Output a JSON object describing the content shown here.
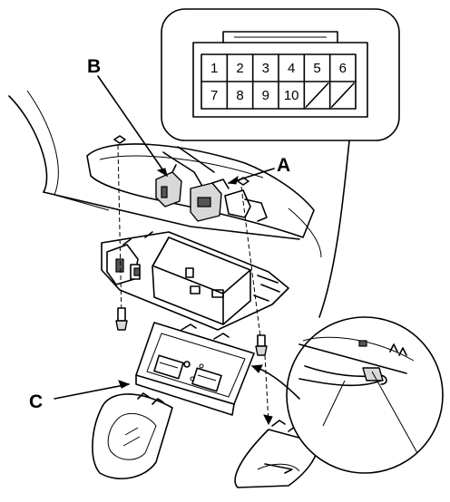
{
  "callouts": {
    "a": "A",
    "b": "B",
    "c": "C"
  },
  "connector_pins": [
    {
      "row": 1,
      "label": "1"
    },
    {
      "row": 1,
      "label": "2"
    },
    {
      "row": 1,
      "label": "3"
    },
    {
      "row": 1,
      "label": "4"
    },
    {
      "row": 1,
      "label": "5"
    },
    {
      "row": 1,
      "label": "6"
    },
    {
      "row": 2,
      "label": "7"
    },
    {
      "row": 2,
      "label": "8"
    },
    {
      "row": 2,
      "label": "9"
    },
    {
      "row": 2,
      "label": "10"
    },
    {
      "row": 2,
      "label": ""
    },
    {
      "row": 2,
      "label": ""
    }
  ]
}
